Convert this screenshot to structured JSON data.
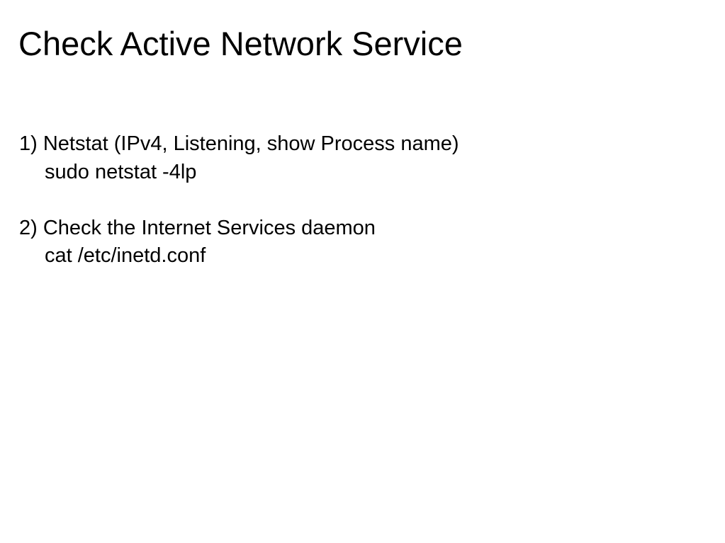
{
  "slide": {
    "title": "Check Active Network Service",
    "steps": [
      {
        "heading": "1) Netstat (IPv4, Listening, show Process name)",
        "command": "sudo netstat -4lp"
      },
      {
        "heading": "2) Check the Internet Services daemon",
        "command": "cat /etc/inetd.conf"
      }
    ]
  }
}
